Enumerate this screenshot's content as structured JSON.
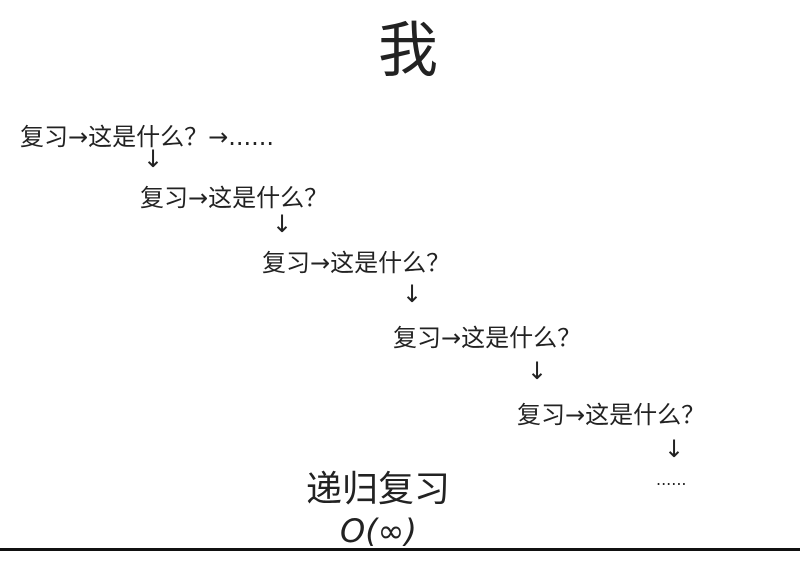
{
  "title": "我",
  "rows": [
    {
      "text": "复习→这是什么？→......"
    },
    {
      "text": "复习→这是什么？"
    },
    {
      "text": "复习→这是什么？"
    },
    {
      "text": "复习→这是什么？"
    },
    {
      "text": "复习→这是什么？"
    }
  ],
  "down_arrow": "↓",
  "ellipsis": "......",
  "caption": "递归复习",
  "complexity": "O(∞)"
}
